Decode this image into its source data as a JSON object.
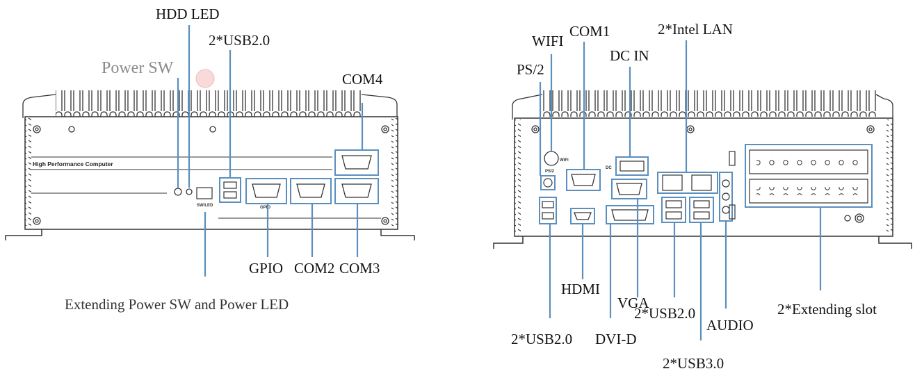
{
  "front_panel": {
    "labels": {
      "hdd_led": "HDD LED",
      "usb": "2*USB2.0",
      "power_sw": "Power SW",
      "com4": "COM4",
      "gpio": "GPIO",
      "com2": "COM2",
      "com3": "COM3",
      "caption": "Extending Power SW and Power LED"
    },
    "chassis_text": "High Performance Computer",
    "port_marks": {
      "sw_led": "SW/LED",
      "gpio": "GPIO"
    }
  },
  "rear_panel": {
    "labels": {
      "com1": "COM1",
      "wifi": "WIFI",
      "intel_lan": "2*Intel LAN",
      "dc_in": "DC IN",
      "ps2": "PS/2",
      "hdmi": "HDMI",
      "vga": "VGA",
      "usb20_mid": "2*USB2.0",
      "audio": "AUDIO",
      "extending_slot": "2*Extending slot",
      "usb20_left": "2*USB2.0",
      "dvid": "DVI-D",
      "usb30": "2*USB3.0"
    },
    "port_marks": {
      "wifi": "WIFI",
      "ps2": "PS/2",
      "dc": "DC"
    }
  },
  "colors": {
    "callout": "#5a8fbf",
    "outline": "#333333"
  }
}
